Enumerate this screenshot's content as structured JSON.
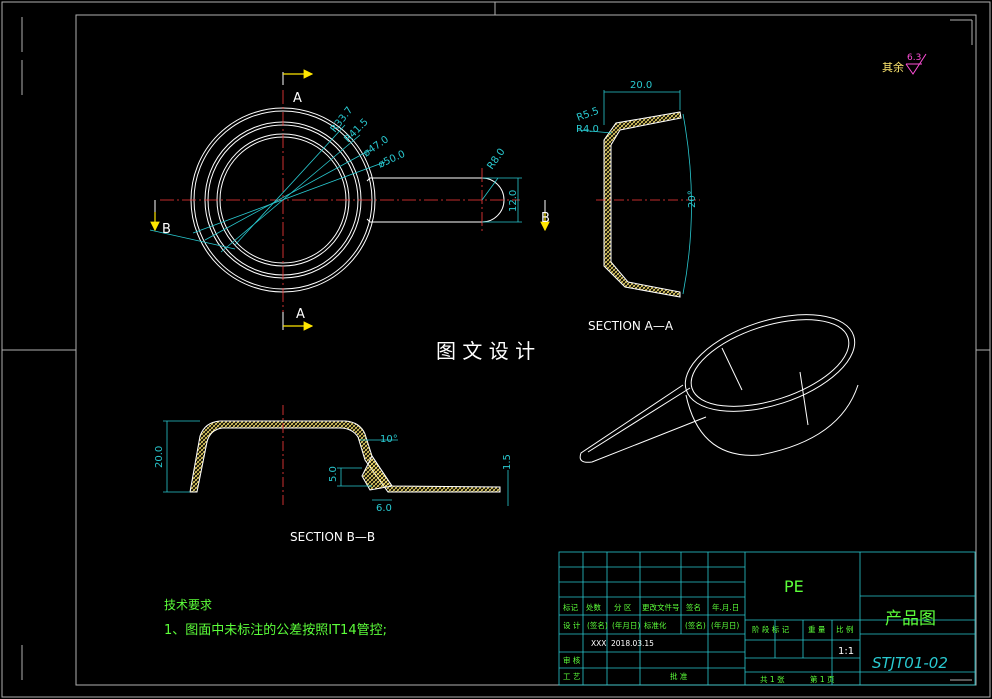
{
  "colors": {
    "background": "#000000",
    "outline": "#ffffff",
    "dimension": "#29c9d0",
    "hatch": "#ffe870",
    "centerline": "#ff3b3b",
    "section_arrow": "#ffe600",
    "title_text": "#5cff3a",
    "frame": "#b0b0b0"
  },
  "watermark": "图 文 设 计",
  "roughness": {
    "label": "其余",
    "value": "6.3"
  },
  "section_labels": {
    "a_top": "A",
    "a_bottom": "A",
    "b_left": "B",
    "b_right": "B",
    "section_aa": "SECTION A—A",
    "section_bb": "SECTION B—B"
  },
  "plan_dimensions": {
    "r33_7": "R33.7",
    "r41_5": "R41.5",
    "d47": "ø47.0",
    "d50": "ø50.0",
    "r8": "R8.0",
    "w12": "12.0"
  },
  "section_aa_dimensions": {
    "top_width": "20.0",
    "r5_5": "R5.5",
    "r4": "R4.0",
    "angle": "20°"
  },
  "section_bb_dimensions": {
    "height": "20.0",
    "angle": "10°",
    "step": "5.0",
    "offset": "6.0",
    "thickness": "1.5"
  },
  "tech_requirements": {
    "heading": "技术要求",
    "item1": "1、图面中未标注的公差按照IT14管控;"
  },
  "title_block": {
    "material": "PE",
    "title": "产品图",
    "drawing_number": "STJT01-02",
    "scale": "1:1",
    "headers": {
      "mark": "标记",
      "count": "处数",
      "zone": "分 区",
      "change_doc": "更改文件号",
      "signature": "签名",
      "date": "年.月.日"
    },
    "design_row": {
      "design": "设 计",
      "sign": "(签名)",
      "date": "(年月日)",
      "standardize": "标准化",
      "sign2": "(签名)",
      "date2": "(年月日)"
    },
    "designer": "XXX",
    "design_date": "2018.03.15",
    "stage_labels": "阶 段 标 记",
    "weight_label": "重 量",
    "scale_label": "比 例",
    "review": "审 核",
    "process": "工 艺",
    "approve": "批 准",
    "total_sheets": "共 1 张",
    "sheet_no": "第 1 页"
  }
}
